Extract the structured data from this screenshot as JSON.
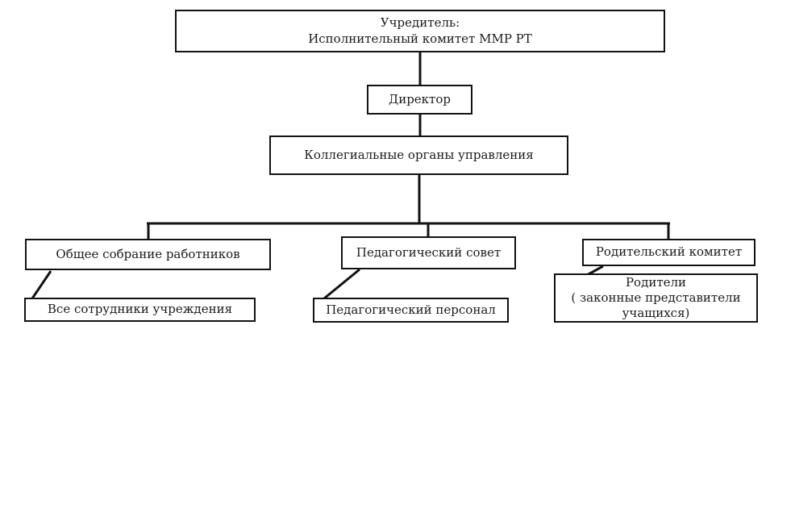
{
  "page": {
    "background": "#ffffff"
  },
  "diagram": {
    "type": "org-chart",
    "line_color": "#121212",
    "box_border_color": "#121212",
    "box_fill": "#ffffff",
    "text_color": "#1c1c1c",
    "nodes": {
      "founder": {
        "label": "Учредитель:\nИсполнительный комитет ММР РТ"
      },
      "director": {
        "label": "Директор"
      },
      "collegial": {
        "label": "Коллегиальные органы управления"
      },
      "general_meeting": {
        "label": "Общее собрание работников"
      },
      "pedagogical_council": {
        "label": "Педагогический совет"
      },
      "parent_committee": {
        "label": "Родительский комитет"
      },
      "all_staff": {
        "label": "Все сотрудники учреждения"
      },
      "pedagogical_staff": {
        "label": "Педагогический персонал"
      },
      "parents": {
        "label": "Родители\n( законные представители\nучащихся)"
      }
    },
    "edges": [
      {
        "from": "founder",
        "to": "director"
      },
      {
        "from": "director",
        "to": "collegial"
      },
      {
        "from": "collegial",
        "to": "general_meeting"
      },
      {
        "from": "collegial",
        "to": "pedagogical_council"
      },
      {
        "from": "collegial",
        "to": "parent_committee"
      },
      {
        "from": "general_meeting",
        "to": "all_staff"
      },
      {
        "from": "pedagogical_council",
        "to": "pedagogical_staff"
      },
      {
        "from": "parent_committee",
        "to": "parents"
      }
    ]
  }
}
